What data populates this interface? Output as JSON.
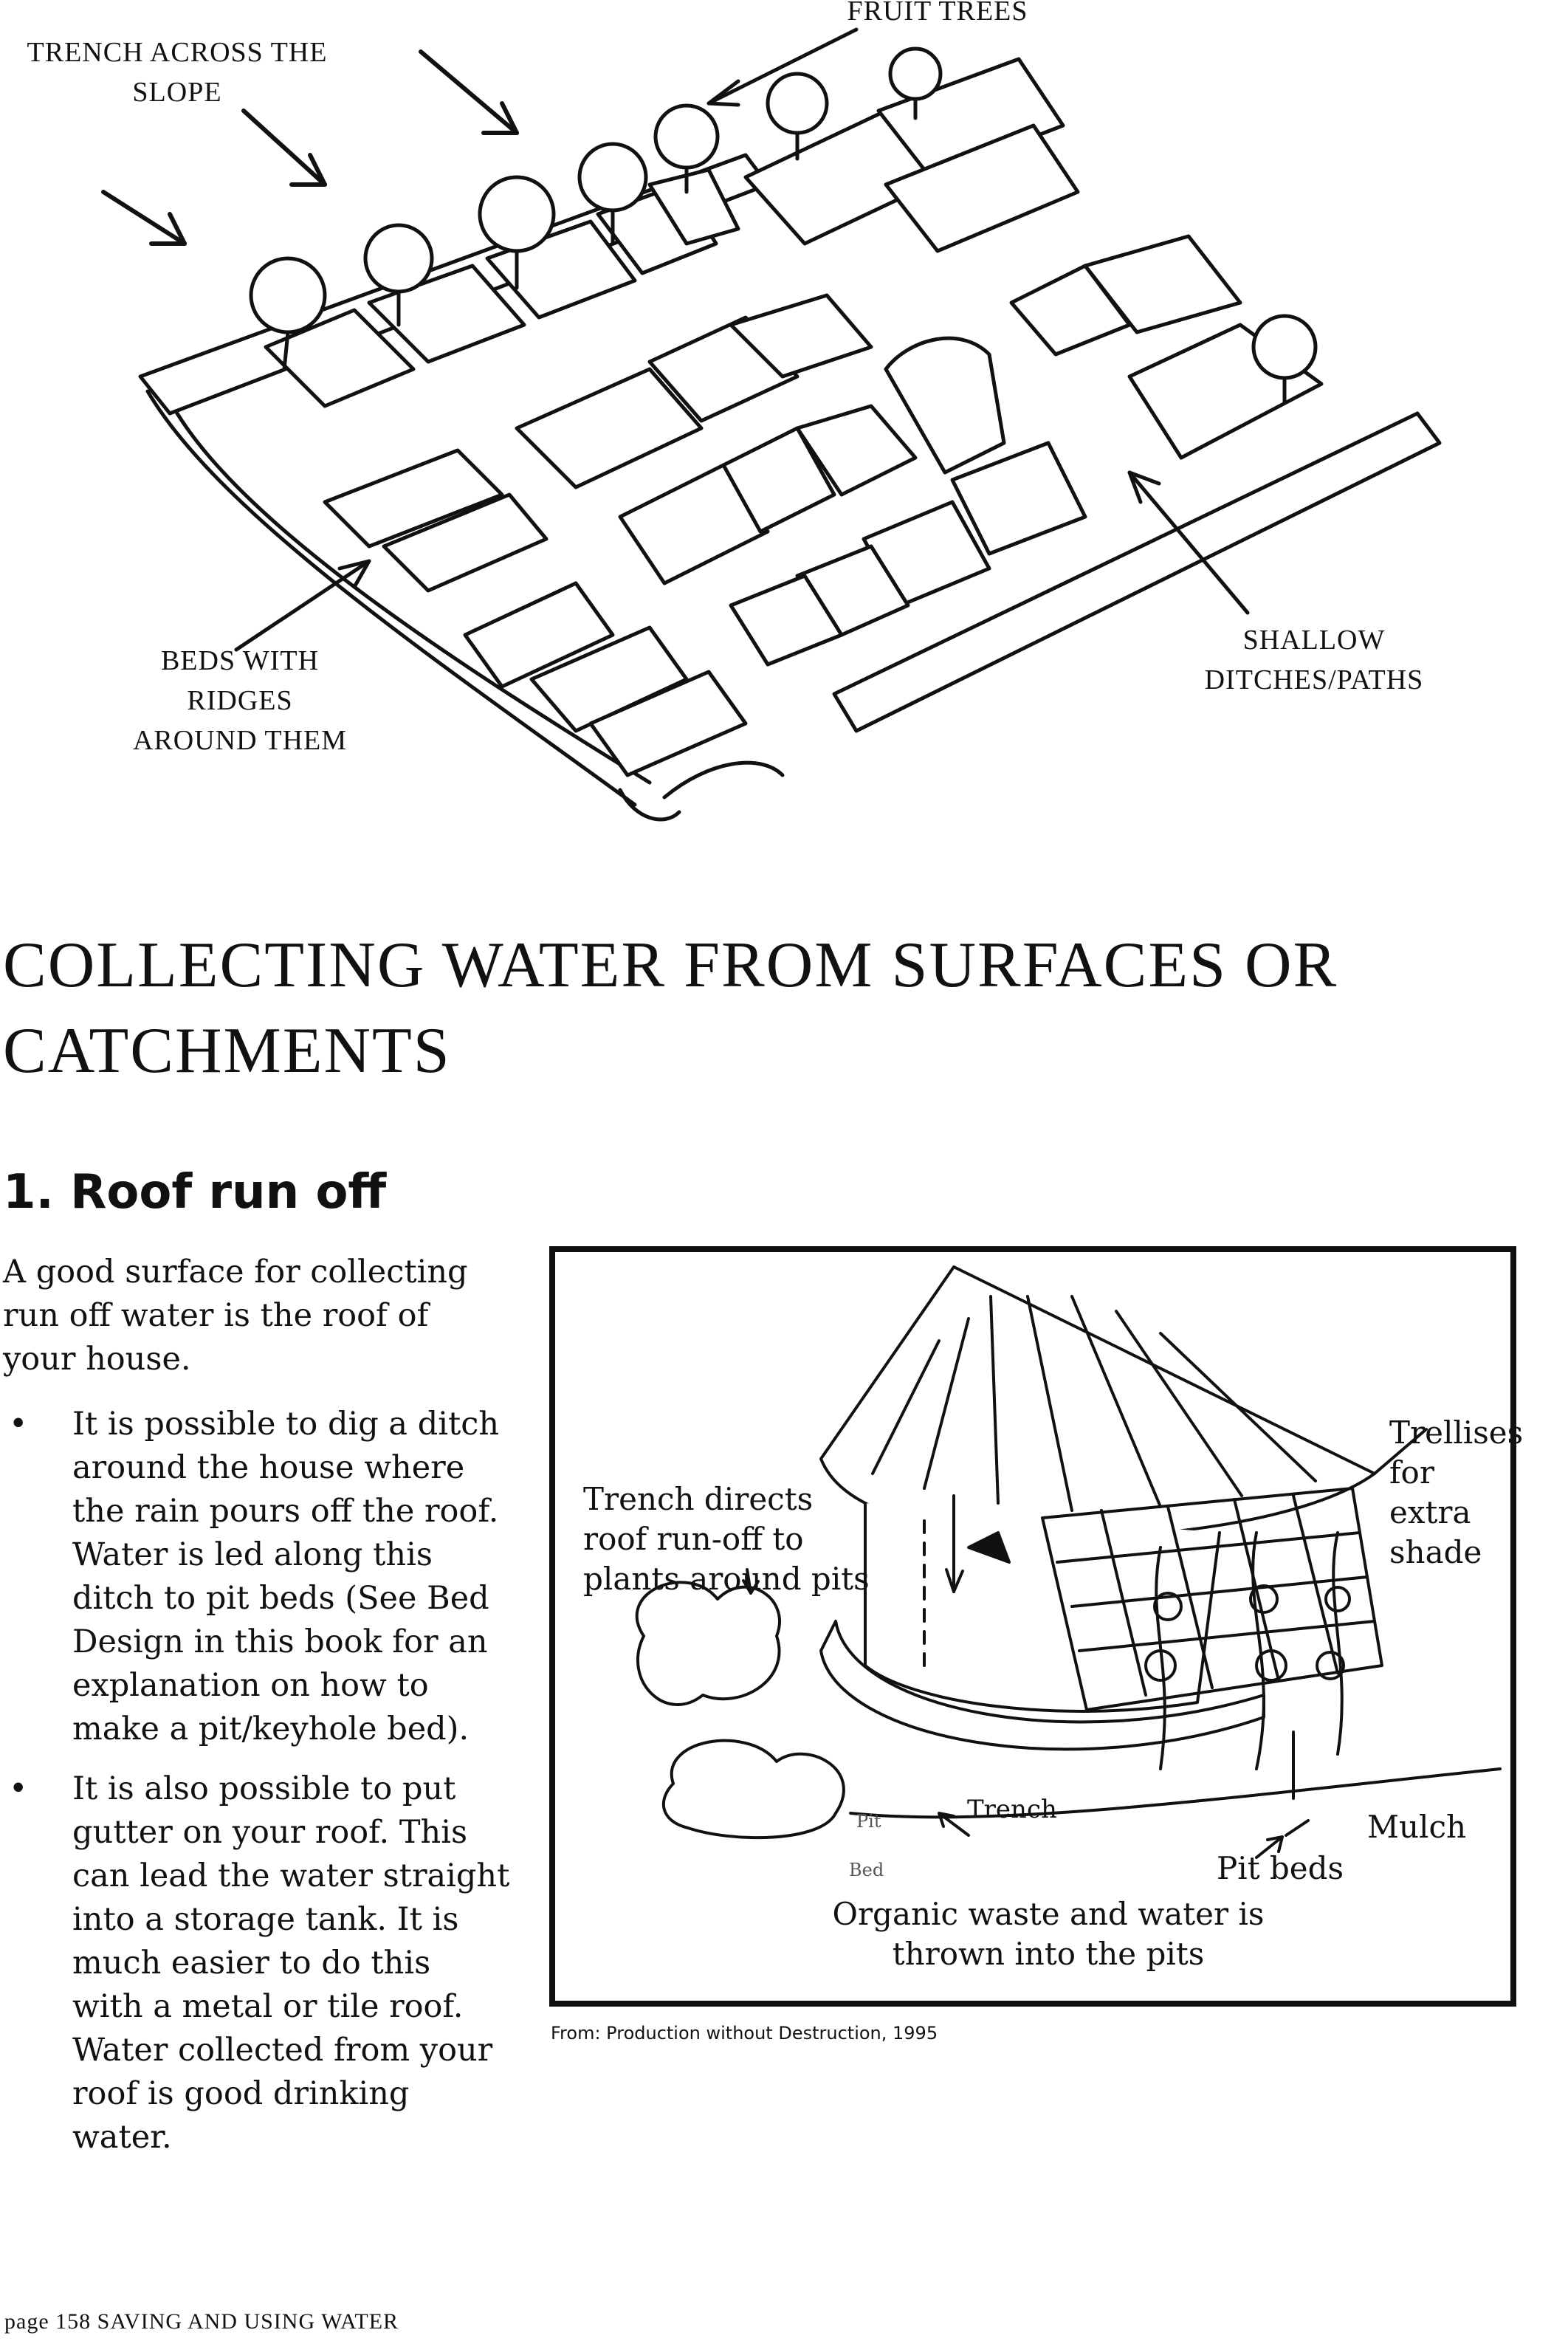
{
  "garden_illustration": {
    "labels": {
      "fruit_trees": "FRUIT TREES",
      "trench_line1": "TRENCH ACROSS THE",
      "trench_line2": "SLOPE",
      "beds_line1": "BEDS WITH",
      "beds_line2": "RIDGES",
      "beds_line3": "AROUND THEM",
      "shallow_line1": "SHALLOW",
      "shallow_line2": "DITCHES/PATHS"
    }
  },
  "section_title_line1": "COLLECTING WATER FROM SURFACES OR",
  "section_title_line2": "CATCHMENTS",
  "subsection_heading": "1.  Roof run off",
  "intro_lines": [
    "A good surface for collecting",
    "run off water is the roof of",
    "your house."
  ],
  "bullets": [
    {
      "marker": "•",
      "lines": [
        "It is possible to dig a ditch",
        "around the house where",
        "the rain pours off the roof.",
        "Water is led along this",
        "ditch to pit beds (See Bed",
        "Design in this book for an",
        "explanation on how to",
        "make a pit/keyhole bed)."
      ]
    },
    {
      "marker": "•",
      "lines": [
        "It is also possible to put",
        "gutter on your roof. This",
        "can lead the water straight",
        "into a storage tank. It is",
        "much easier to do this",
        "with a metal or tile roof.",
        "Water collected from your",
        "roof is good drinking",
        "water."
      ]
    }
  ],
  "hut_illustration": {
    "labels": {
      "trench_directs_1": "Trench directs",
      "trench_directs_2": "roof run-off to",
      "trench_directs_3": "plants around pits",
      "trellises_1": "Trellises",
      "trellises_2": "for extra",
      "trellises_3": "shade",
      "trench": "Trench",
      "pit": "Pit",
      "bed": "Bed",
      "mulch": "Mulch",
      "pit_beds": "Pit beds",
      "organic_1": "Organic waste and water is",
      "organic_2": "thrown into the pits"
    }
  },
  "source_note": "From: Production without Destruction, 1995",
  "footer": "page 158   SAVING AND USING WATER"
}
